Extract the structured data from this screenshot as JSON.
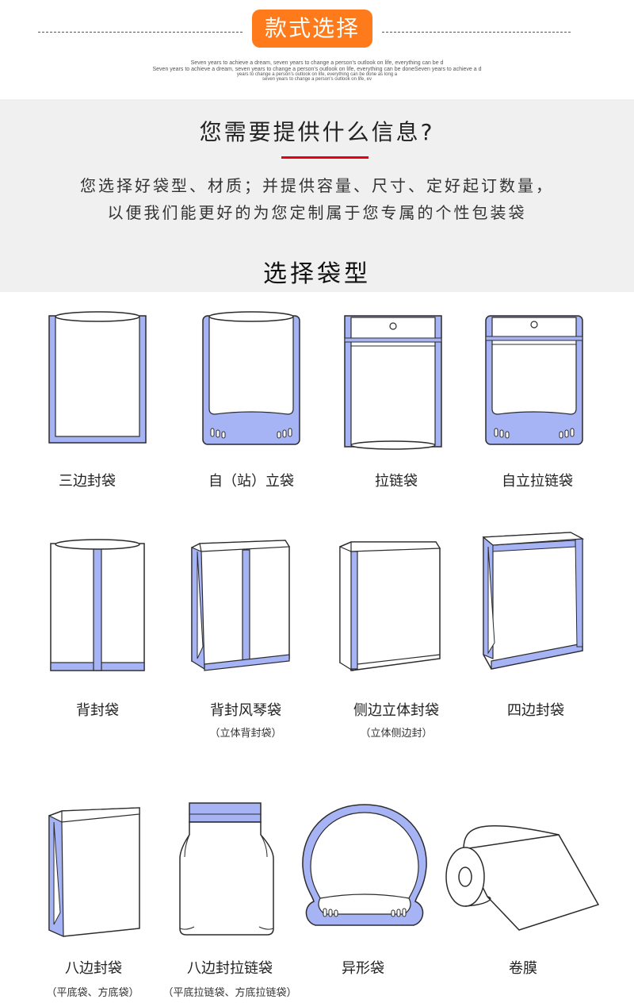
{
  "header": {
    "badge": "款式选择",
    "slogan_line1": "Seven years to achieve a dream, seven years to change a person's outlook on life, everything can be d",
    "slogan_line2": "Seven years to achieve a dream, seven years to change a person's outlook on life, everything can be doneSeven years to achieve a d",
    "slogan_line3": "years to change a person's outlook on life, everything can be done as long a",
    "slogan_line4": "seven years to change a person's outlook on life, ev"
  },
  "info": {
    "title": "您需要提供什么信息?",
    "line1": "您选择好袋型、材质；并提供容量、尺寸、定好起订数量，",
    "line2": "以便我们能更好的为您定制属于您专属的个性包装袋"
  },
  "section": {
    "title": "选择袋型"
  },
  "bags": [
    {
      "name": "三边封袋",
      "sub": ""
    },
    {
      "name": "自（站）立袋",
      "sub": ""
    },
    {
      "name": "拉链袋",
      "sub": ""
    },
    {
      "name": "自立拉链袋",
      "sub": ""
    },
    {
      "name": "背封袋",
      "sub": ""
    },
    {
      "name": "背封风琴袋",
      "sub": "（立体背封袋）"
    },
    {
      "name": "侧边立体封袋",
      "sub": "（立体侧边封）"
    },
    {
      "name": "四边封袋",
      "sub": ""
    },
    {
      "name": "八边封袋",
      "sub": "（平底袋、方底袋）"
    },
    {
      "name": "八边封拉链袋",
      "sub": "（平底拉链袋、方底拉链袋）"
    },
    {
      "name": "异形袋",
      "sub": ""
    },
    {
      "name": "卷膜",
      "sub": ""
    }
  ],
  "colors": {
    "accent": "#ff7a1a",
    "red": "#e60012",
    "seal": "#a6b3f5",
    "outline": "#2b2b2b"
  }
}
